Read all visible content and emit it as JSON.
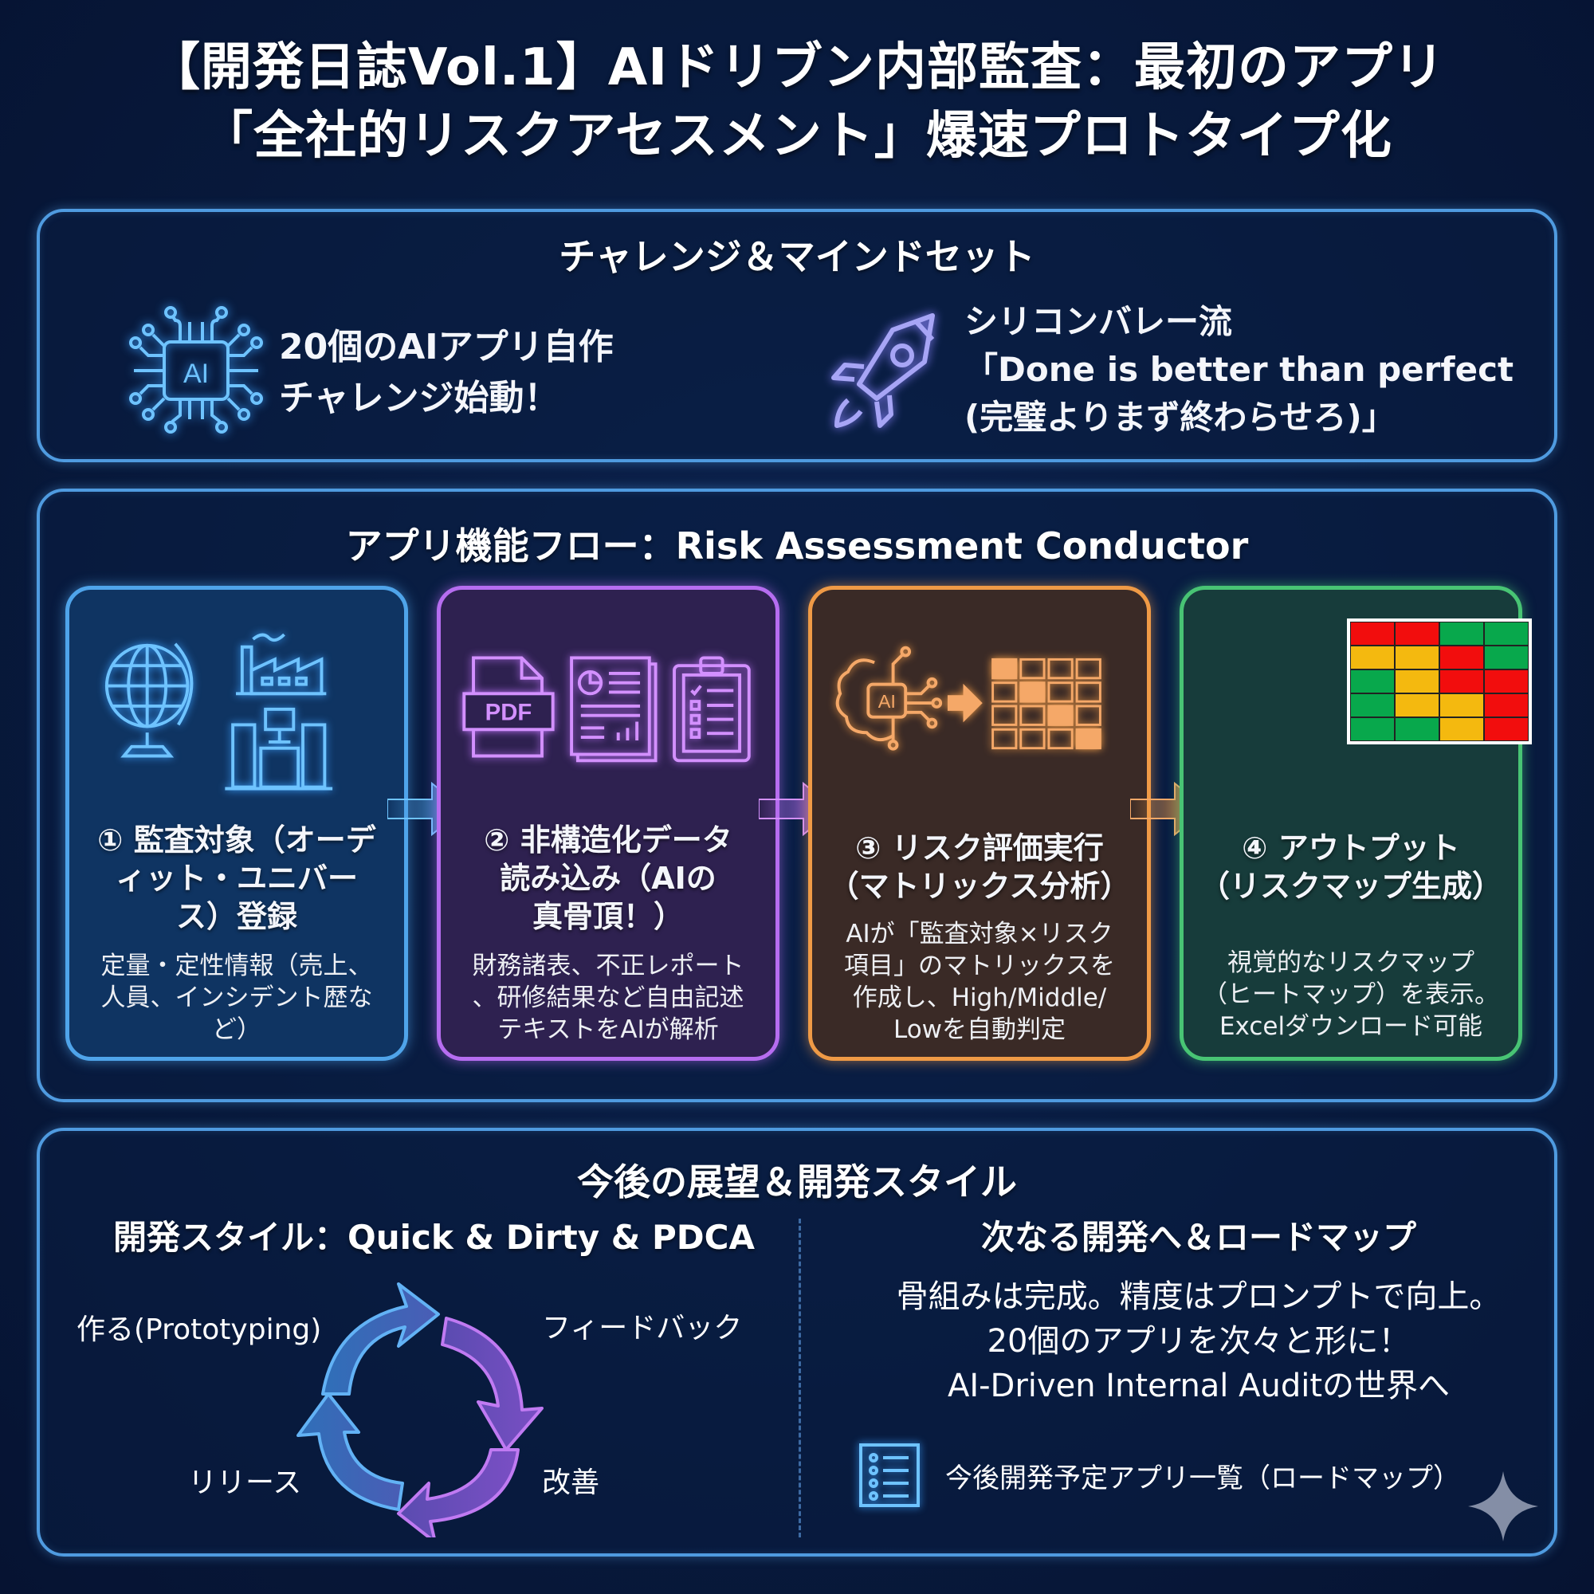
{
  "title": {
    "line1": "【開発日誌Vol.1】AIドリブン内部監査：最初のアプリ",
    "line2": "「全社的リスクアセスメント」爆速プロトタイプ化"
  },
  "challenge": {
    "heading": "チャレンジ＆マインドセット",
    "left": {
      "icon": "ai-chip-icon",
      "line1": "20個のAIアプリ自作",
      "line2": "チャレンジ始動！"
    },
    "right": {
      "icon": "rocket-icon",
      "line1": "シリコンバレー流",
      "line2": "「Done is better than perfect",
      "line3": "(完璧よりまず終わらせろ)」"
    }
  },
  "flow": {
    "heading": "アプリ機能フロー：Risk Assessment Conductor",
    "cards": [
      {
        "title_lines": [
          "① 監査対象（オーデ",
          "ィット・ユニバー",
          "ス）登録"
        ],
        "desc_lines": [
          "定量・定性情報（売上、",
          "人員、インシデント歴な",
          "ど）"
        ],
        "icons": [
          "globe-icon",
          "factory-icon",
          "office-buildings-icon"
        ],
        "color": "#4fa4ea"
      },
      {
        "title_lines": [
          "② 非構造化データ",
          "読み込み（AIの",
          "真骨頂！）"
        ],
        "desc_lines": [
          "財務諸表、不正レポート",
          "、研修結果など自由記述",
          "テキストをAIが解析"
        ],
        "icons": [
          "pdf-file-icon",
          "report-document-icon",
          "checklist-clipboard-icon"
        ],
        "pdf_label": "PDF",
        "color": "#b66df0"
      },
      {
        "title_lines": [
          "③ リスク評価実行",
          "（マトリックス分析）"
        ],
        "desc_lines": [
          "AIが「監査対象×リスク",
          "項目」のマトリックスを",
          "作成し、High/Middle/",
          "Lowを自動判定"
        ],
        "icons": [
          "ai-brain-icon",
          "arrow-right-icon",
          "matrix-grid-icon"
        ],
        "ai_label": "AI",
        "color": "#ef9a46"
      },
      {
        "title_lines": [
          "④ アウトプット",
          "（リスクマップ生成）"
        ],
        "desc_lines": [
          "視覚的なリスクマップ",
          "（ヒートマップ）を表示。",
          "Excelダウンロード可能"
        ],
        "icons": [
          "heatmap-icon"
        ],
        "color": "#48c474",
        "heatmap": [
          [
            "red",
            "red",
            "green",
            "green"
          ],
          [
            "yellow",
            "yellow",
            "red",
            "green"
          ],
          [
            "green",
            "yellow",
            "red",
            "red"
          ],
          [
            "green",
            "yellow",
            "yellow",
            "red"
          ],
          [
            "green",
            "green",
            "yellow",
            "red"
          ]
        ]
      }
    ]
  },
  "future": {
    "heading": "今後の展望＆開発スタイル",
    "style": {
      "heading": "開発スタイル：Quick & Dirty & PDCA",
      "cycle": [
        "作る(Prototyping)",
        "フィードバック",
        "改善",
        "リリース"
      ]
    },
    "roadmap": {
      "heading": "次なる開発へ＆ロードマップ",
      "lines": [
        "骨組みは完成。精度はプロンプトで向上。",
        "20個のアプリを次々と形に！",
        "AI-Driven Internal Auditの世界へ"
      ],
      "list_label": "今後開発予定アプリ一覧（ロードマップ）"
    }
  },
  "colors": {
    "blue": "#4fa4ea",
    "purple": "#b66df0",
    "orange": "#ef9a46",
    "green": "#48c474",
    "heat_red": "#f20d0d",
    "heat_yellow": "#f4b90f",
    "heat_green": "#08a84c"
  }
}
